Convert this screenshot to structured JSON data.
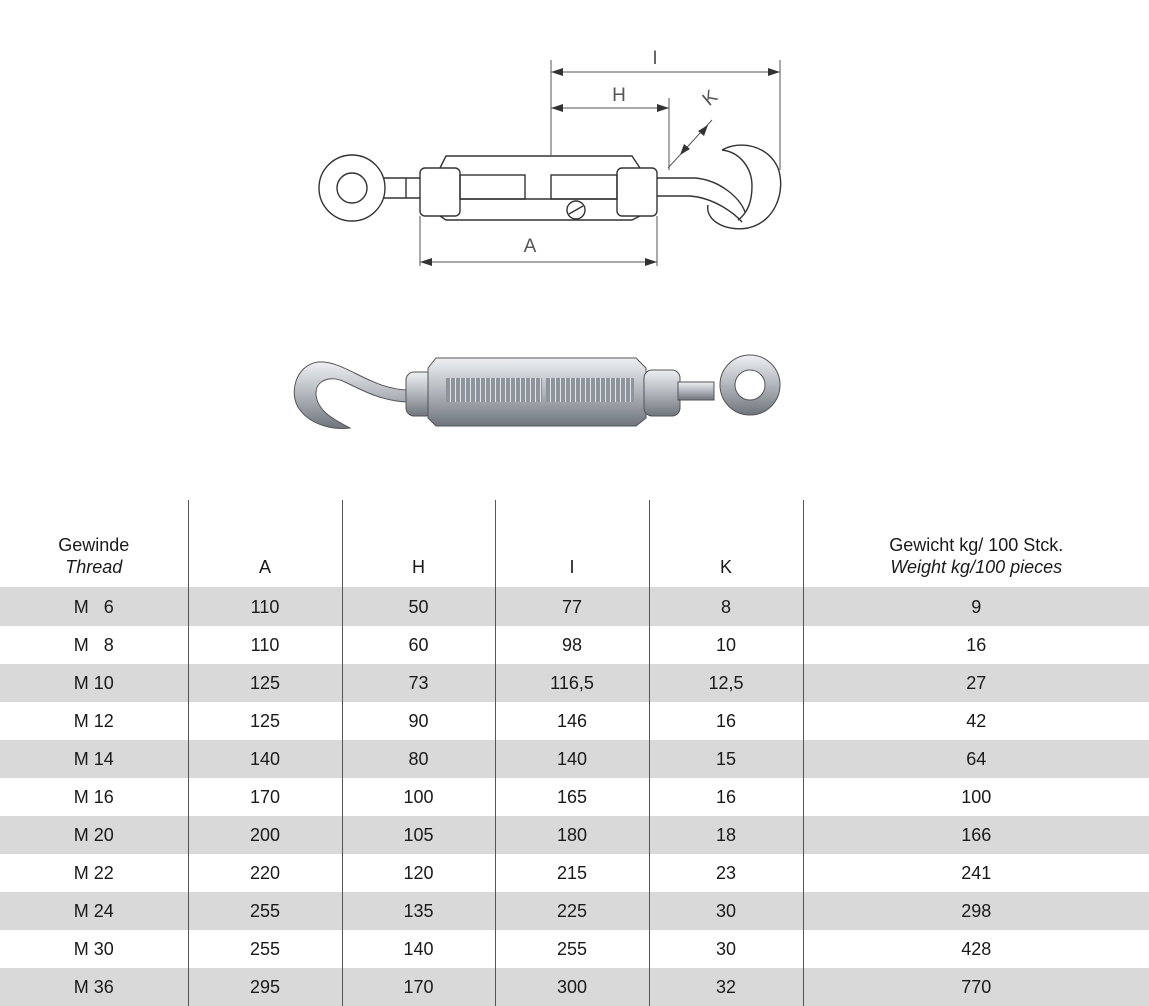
{
  "drawing": {
    "dim_labels": {
      "I": "I",
      "H": "H",
      "K": "K",
      "A": "A"
    }
  },
  "table": {
    "headers": [
      {
        "de": "Gewinde",
        "en": "Thread"
      },
      {
        "de": "",
        "en": "",
        "label": "A"
      },
      {
        "de": "",
        "en": "",
        "label": "H"
      },
      {
        "de": "",
        "en": "",
        "label": "I"
      },
      {
        "de": "",
        "en": "",
        "label": "K"
      },
      {
        "de": "Gewicht kg/ 100 Stck.",
        "en": "Weight kg/100 pieces"
      }
    ],
    "rows": [
      [
        "M   6",
        "110",
        "50",
        "77",
        "8",
        "9"
      ],
      [
        "M   8",
        "110",
        "60",
        "98",
        "10",
        "16"
      ],
      [
        "M 10",
        "125",
        "73",
        "116,5",
        "12,5",
        "27"
      ],
      [
        "M 12",
        "125",
        "90",
        "146",
        "16",
        "42"
      ],
      [
        "M 14",
        "140",
        "80",
        "140",
        "15",
        "64"
      ],
      [
        "M 16",
        "170",
        "100",
        "165",
        "16",
        "100"
      ],
      [
        "M 20",
        "200",
        "105",
        "180",
        "18",
        "166"
      ],
      [
        "M 22",
        "220",
        "120",
        "215",
        "23",
        "241"
      ],
      [
        "M 24",
        "255",
        "135",
        "225",
        "30",
        "298"
      ],
      [
        "M 30",
        "255",
        "140",
        "255",
        "30",
        "428"
      ],
      [
        "M 36",
        "295",
        "170",
        "300",
        "32",
        "770"
      ]
    ]
  },
  "colors": {
    "stripe": "#d9d9da",
    "line": "#555555",
    "metal": "#c9ccd0"
  }
}
